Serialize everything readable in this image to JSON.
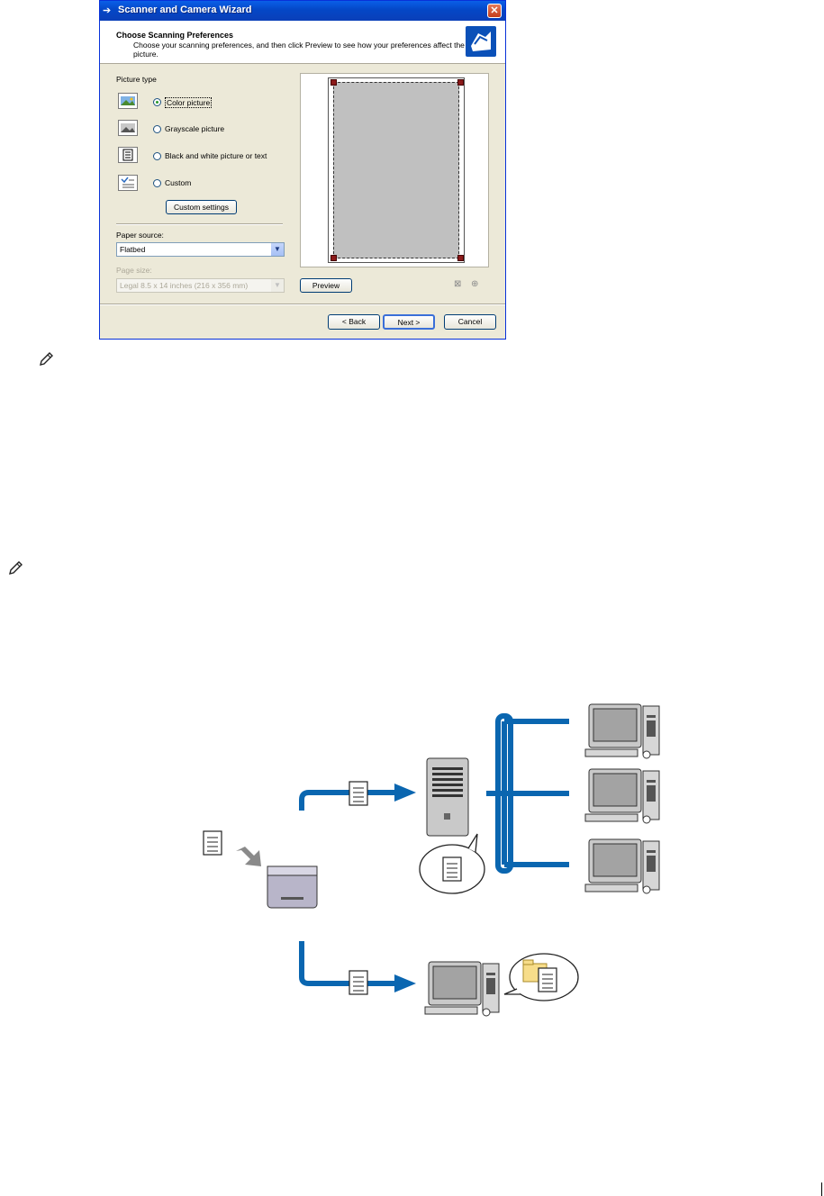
{
  "window": {
    "title": "Scanner and Camera Wizard",
    "close_glyph": "✕",
    "header_title": "Choose Scanning Preferences",
    "header_desc": "Choose your scanning preferences, and then click Preview to see how your preferences affect the picture.",
    "icon": "scanner-wizard-icon"
  },
  "picture_type": {
    "label": "Picture type",
    "options": [
      {
        "label": "Color picture",
        "selected": true,
        "icon": "color-picture-icon"
      },
      {
        "label": "Grayscale picture",
        "selected": false,
        "icon": "grayscale-picture-icon"
      },
      {
        "label": "Black and white picture or text",
        "selected": false,
        "icon": "bw-text-icon"
      },
      {
        "label": "Custom",
        "selected": false,
        "icon": "custom-icon"
      }
    ],
    "custom_settings_label": "Custom settings"
  },
  "paper_source": {
    "label": "Paper source:",
    "value": "Flatbed"
  },
  "page_size": {
    "label": "Page size:",
    "value": "Legal 8.5 x 14 inches (216 x 356 mm)"
  },
  "buttons": {
    "preview": "Preview",
    "back": "< Back",
    "next": "Next >",
    "cancel": "Cancel"
  },
  "colors": {
    "title_bar": "#0a5fe8",
    "dialog_bg": "#ece9d8",
    "arrow_blue": "#0a66b0"
  }
}
